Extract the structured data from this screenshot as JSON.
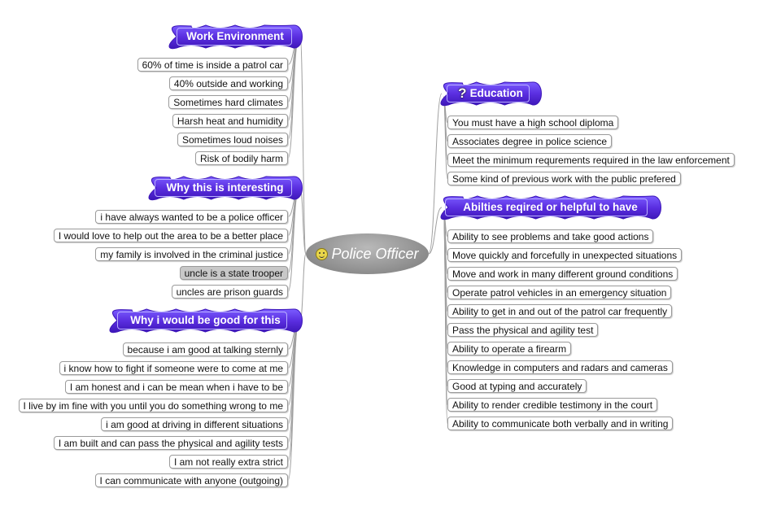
{
  "central": {
    "label": "Police Officer",
    "icon": "smiley-icon"
  },
  "branches": [
    {
      "key": "work",
      "label": "Work Environment",
      "items": [
        "60% of time is inside a patrol car",
        "40% outside and working",
        "Sometimes hard climates",
        "Harsh heat and humidity",
        "Sometimes loud noises",
        "Risk of bodily harm"
      ]
    },
    {
      "key": "interesting",
      "label": "Why this is interesting",
      "items": [
        "i have always wanted to be a police officer",
        "I would love to help out the area to be a better place",
        "my family is involved in the criminal justice",
        "uncle is a state trooper",
        "uncles are prison guards"
      ]
    },
    {
      "key": "good",
      "label": "Why i would be good for this",
      "items": [
        "because i am good at talking sternly",
        "i know how to fight if someone were to come at me",
        "I am honest and i can be mean when i have to be",
        "I live by im fine with you until you do something wrong to me",
        "i am good at driving in different situations",
        "I am built and can pass the physical and agility tests",
        "I am not really extra strict",
        "I can communicate with anyone (outgoing)"
      ]
    },
    {
      "key": "education",
      "label": "Education",
      "icon": "question-icon",
      "items": [
        "You must have a high school diploma",
        "Associates degree in police science",
        "Meet the minimum requrements required in the law enforcement",
        "Some kind of previous work with the public prefered"
      ]
    },
    {
      "key": "abilities",
      "label": "Abilties reqired or helpful to have",
      "items": [
        "Ability to see problems and take good actions",
        "Move quickly and forcefully in unexpected situations",
        "Move and work in many different ground conditions",
        "Operate patrol vehicles in an emergency situation",
        "Ability to get in and out of the patrol car frequently",
        "Pass the physical and agility test",
        "Ability to operate a firearm",
        "Knowledge in computers and radars and cameras",
        "Good at typing and accurately",
        "Ability to render credible testimony in the court",
        "Ability to communicate both verbally and in writing"
      ]
    }
  ],
  "colors": {
    "branch_fill": "#5a2ee0",
    "branch_dark": "#3d17b8",
    "connector": "#a0a0a0",
    "central_fill": "#9a9a9a"
  }
}
